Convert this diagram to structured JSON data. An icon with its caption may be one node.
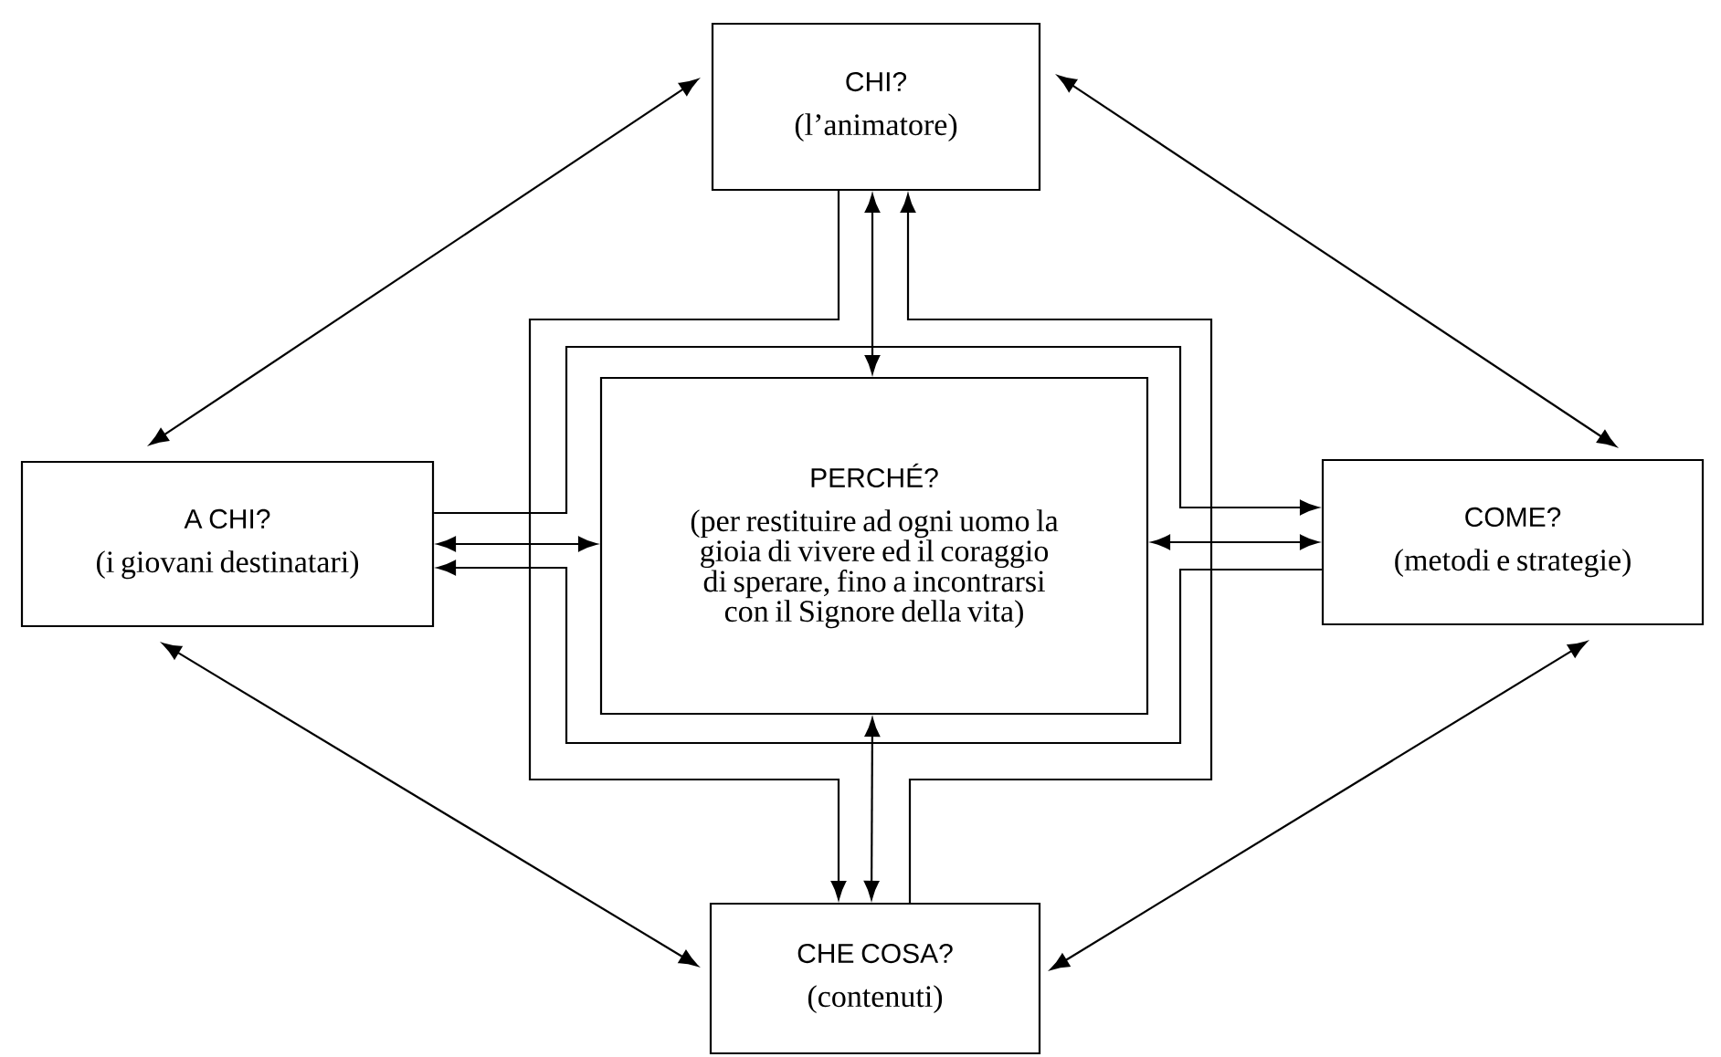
{
  "diagram": {
    "nodes": [
      {
        "text": [
          "CHI?",
          "(l’animatore)"
        ]
      },
      {
        "text": [
          "A CHI?",
          "(i giovani destinatari)"
        ]
      },
      {
        "text": [
          "PERCHÉ?",
          "(per restituire ad ogni uomo la gioia di vivere ed il coraggio di sperare, fino a incontrarsi con il Signore della vita)"
        ]
      },
      {
        "text": [
          "COME?",
          "(metodi e strategie)"
        ]
      },
      {
        "text": [
          "CHE COSA?",
          "(contenuti)"
        ]
      }
    ],
    "edges": [
      {
        "from": 0,
        "to": 1,
        "arrow": "both"
      },
      {
        "from": 0,
        "to": 3,
        "arrow": "both"
      },
      {
        "from": 1,
        "to": 4,
        "arrow": "both"
      },
      {
        "from": 3,
        "to": 4,
        "arrow": "both"
      },
      {
        "from": 0,
        "to": 2,
        "arrow": "both"
      },
      {
        "from": 1,
        "to": 2,
        "arrow": "both"
      },
      {
        "from": 2,
        "to": 3,
        "arrow": "both"
      },
      {
        "from": 2,
        "to": 4,
        "arrow": "both"
      },
      {
        "from": 0,
        "to": 4,
        "arrow": "to"
      },
      {
        "from": 4,
        "to": 0,
        "arrow": "to"
      },
      {
        "from": 1,
        "to": 3,
        "arrow": "to"
      },
      {
        "from": 3,
        "to": 1,
        "arrow": "to"
      }
    ]
  }
}
